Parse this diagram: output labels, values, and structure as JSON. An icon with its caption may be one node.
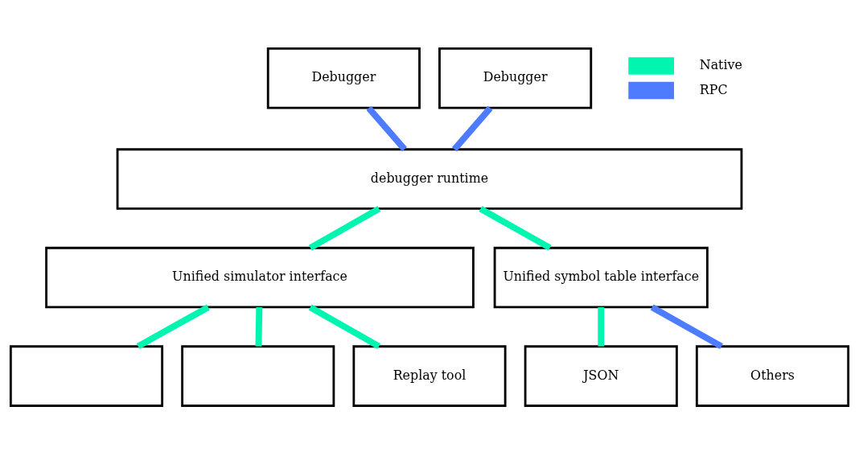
{
  "diagram": {
    "nodes": [
      {
        "text": [
          "Debugger"
        ]
      },
      {
        "text": [
          "Debugger"
        ]
      },
      {
        "text": [
          "debugger runtime"
        ]
      },
      {
        "text": [
          "Unified simulator interface"
        ]
      },
      {
        "text": [
          "Unified symbol table interface"
        ]
      },
      {
        "text": [],
        "shape": "box"
      },
      {
        "text": [],
        "shape": "box"
      },
      {
        "text": [
          "Replay tool"
        ]
      },
      {
        "text": [
          "JSON"
        ]
      },
      {
        "text": [
          "Others"
        ]
      }
    ],
    "edges": [
      {
        "from": 0,
        "to": 2,
        "arrow": "none",
        "color": "#4d7cff"
      },
      {
        "from": 1,
        "to": 2,
        "arrow": "none",
        "color": "#4d7cff"
      },
      {
        "from": 2,
        "to": 3,
        "arrow": "none"
      },
      {
        "from": 2,
        "to": 4,
        "arrow": "none"
      },
      {
        "from": 3,
        "to": 5,
        "arrow": "none"
      },
      {
        "from": 3,
        "to": 6,
        "arrow": "none"
      },
      {
        "from": 3,
        "to": 7,
        "arrow": "none"
      },
      {
        "from": 4,
        "to": 8,
        "arrow": "none"
      },
      {
        "from": 4,
        "to": 9,
        "arrow": "none",
        "color": "#4d7cff"
      }
    ],
    "legend": [
      {
        "text": "Native",
        "color": "#00f5b0"
      },
      {
        "text": "RPC",
        "color": "#4d7cff"
      }
    ]
  }
}
